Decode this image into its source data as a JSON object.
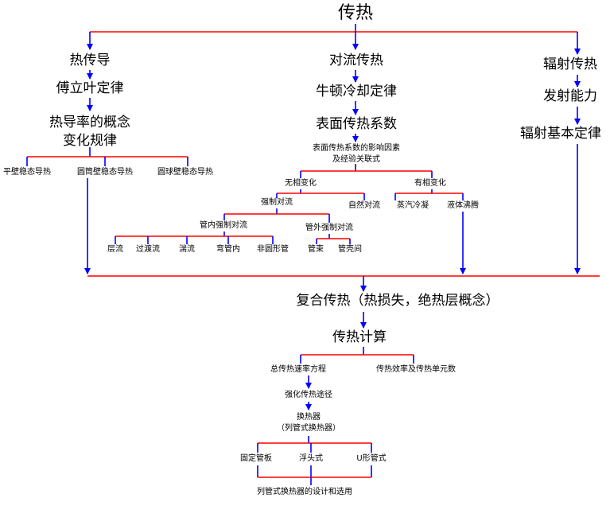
{
  "title": "传热",
  "branches": {
    "conduction": {
      "label": "热传导",
      "law": "傅立叶定律",
      "concept_line1": "热导率的概念",
      "concept_line2": "变化规律",
      "sub": [
        "平壁稳态导热",
        "圆筒壁稳态导热",
        "圆球壁稳态导热"
      ]
    },
    "convection": {
      "label": "对流传热",
      "law": "牛顿冷却定律",
      "coefficient": "表面传热系数",
      "factors_line1": "表面传热系数的影响因素",
      "factors_line2": "及经验关联式",
      "no_phase_change": "无相变化",
      "phase_change": "有相变化",
      "forced": "强制对流",
      "natural": "自然对流",
      "condensation": "蒸汽冷凝",
      "boiling": "液体沸腾",
      "in_tube": "管内强制对流",
      "out_tube": "管外强制对流",
      "in_tube_items": [
        "层流",
        "过渡流",
        "湍流",
        "弯管内",
        "非圆形管"
      ],
      "out_tube_items": [
        "管束",
        "管壳间"
      ]
    },
    "radiation": {
      "label": "辐射传热",
      "power": "发射能力",
      "law": "辐射基本定律"
    }
  },
  "combined": "复合传热（热损失，绝热层概念）",
  "calc": {
    "label": "传热计算",
    "rate_eq": "总传热速率方程",
    "efficiency": "传热效率及传热单元数",
    "enhance": "强化传热途径",
    "hx_line1": "换热器",
    "hx_line2": "（列管式换热器）",
    "hx_types": [
      "固定管板",
      "浮头式",
      "U形管式"
    ],
    "design": "列管式换热器的设计和选用"
  },
  "colors": {
    "tree": "#ff0000",
    "arrow": "#0000ff"
  }
}
